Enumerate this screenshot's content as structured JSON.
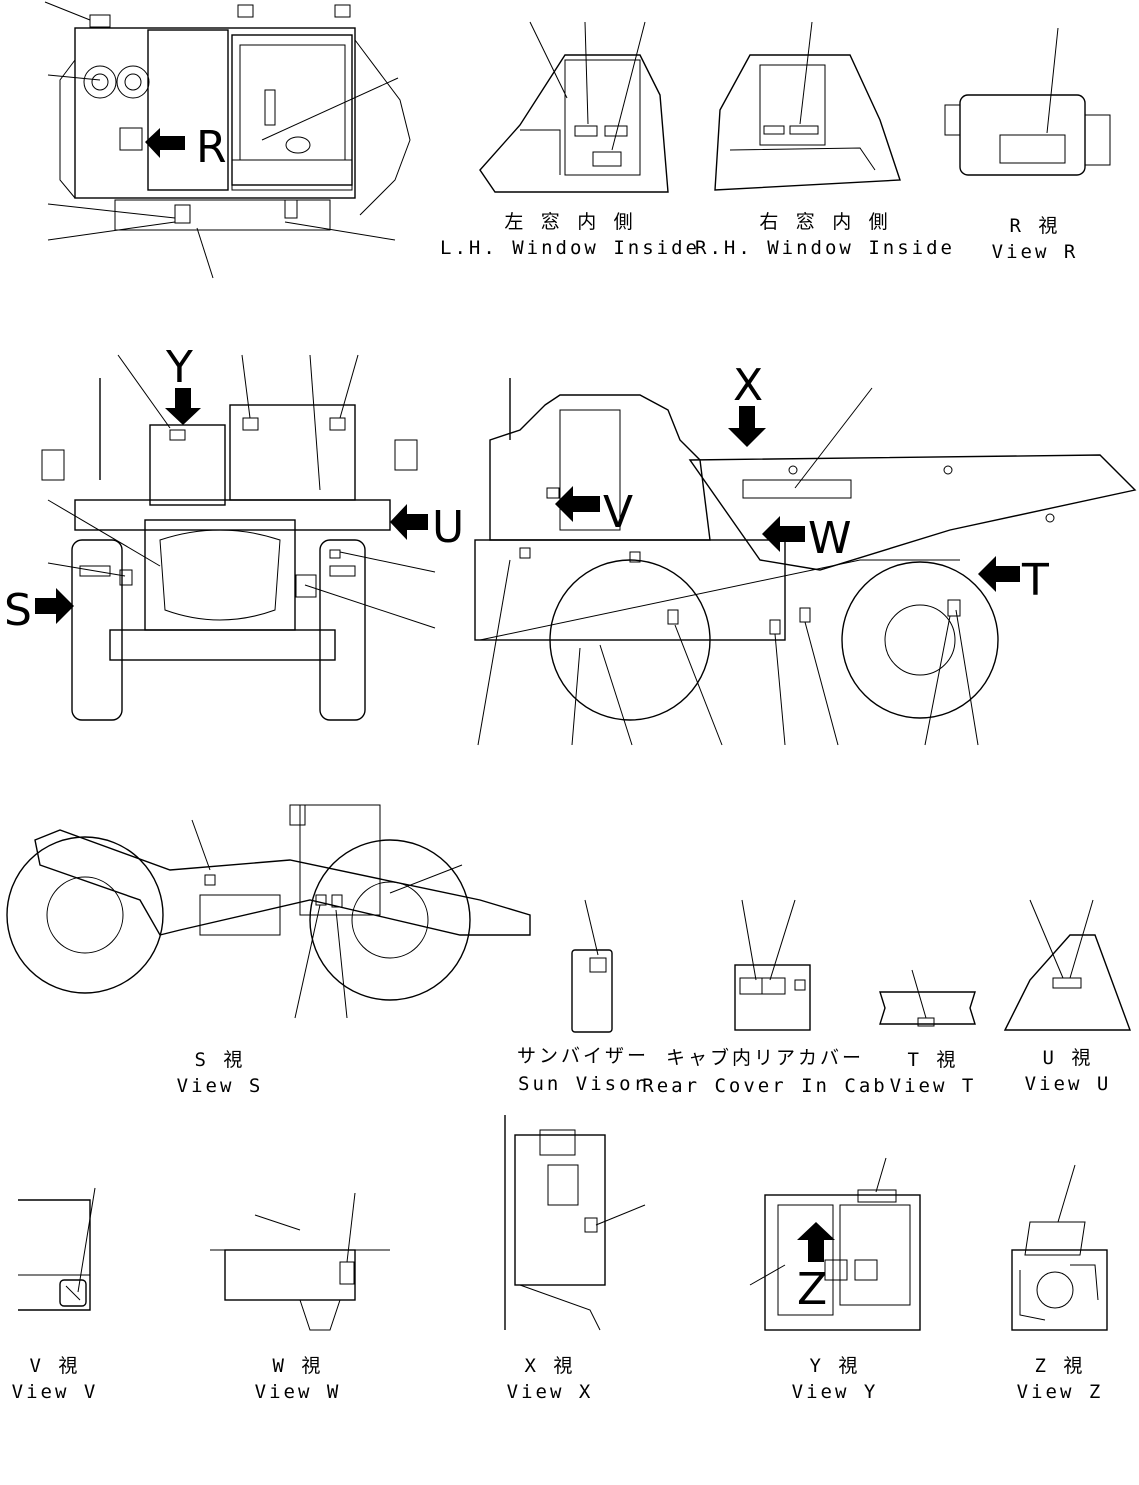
{
  "captions": {
    "lh_window": {
      "jp": "左 窓 内 側",
      "en": "L.H. Window Inside"
    },
    "rh_window": {
      "jp": "右 窓 内 側",
      "en": "R.H. Window Inside"
    },
    "view_r": {
      "jp": "R 視",
      "en": "View R"
    },
    "view_s": {
      "jp": "S 視",
      "en": "View S"
    },
    "sun_visor": {
      "jp": "サンバイザー",
      "en": "Sun Visor"
    },
    "rear_cover": {
      "jp": "キャブ内リアカバー",
      "en": "Rear Cover In Cab"
    },
    "view_t": {
      "jp": "T 視",
      "en": "View T"
    },
    "view_u": {
      "jp": "U 視",
      "en": "View U"
    },
    "view_v": {
      "jp": "V 視",
      "en": "View V"
    },
    "view_w": {
      "jp": "W 視",
      "en": "View W"
    },
    "view_x": {
      "jp": "X 視",
      "en": "View X"
    },
    "view_y": {
      "jp": "Y 視",
      "en": "View Y"
    },
    "view_z": {
      "jp": "Z 視",
      "en": "View Z"
    }
  },
  "view_letters": {
    "r": "R",
    "y": "Y",
    "u": "U",
    "s": "S",
    "x": "X",
    "v": "V",
    "w": "W",
    "t": "T",
    "z": "Z"
  },
  "colors": {
    "line": "#000000",
    "background": "#ffffff"
  }
}
